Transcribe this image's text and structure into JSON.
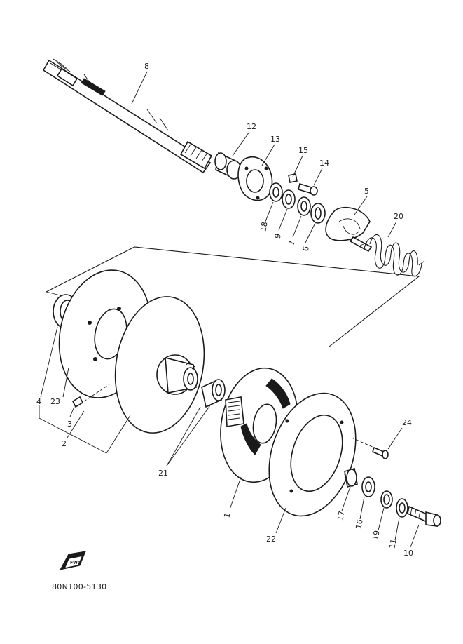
{
  "diagram": {
    "part_numbers": [
      "1",
      "2",
      "3",
      "4",
      "5",
      "6",
      "7",
      "8",
      "9",
      "10",
      "11",
      "12",
      "13",
      "14",
      "15",
      "16",
      "17",
      "18",
      "19",
      "20",
      "21",
      "22",
      "23",
      "24"
    ],
    "drawing_code": "80N100-5130",
    "fwd_label": "FWD"
  }
}
